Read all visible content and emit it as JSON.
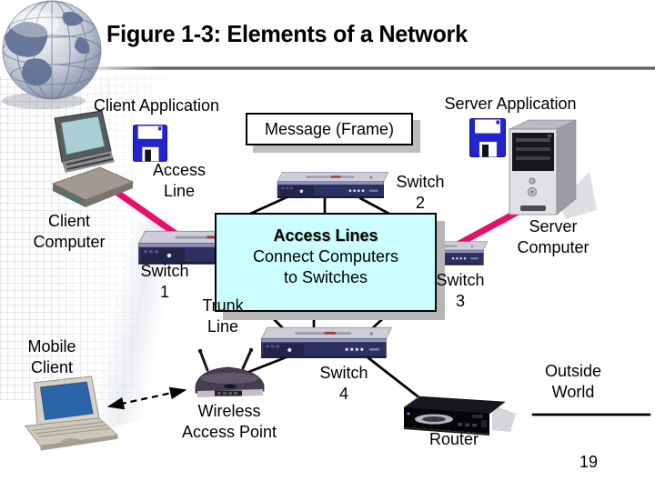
{
  "slide": {
    "title": "Figure 1-3: Elements of a Network",
    "page_number": "19"
  },
  "message_box": {
    "label": "Message (Frame)"
  },
  "callout_box": {
    "title": "Access Lines",
    "body": "Connect Computers\nto Switches"
  },
  "labels": {
    "client_application": "Client Application",
    "server_application": "Server Application",
    "access_line": "Access\nLine",
    "client_computer": "Client\nComputer",
    "switch_1": "Switch\n1",
    "switch_2": "Switch\n2",
    "switch_3": "Switch\n3",
    "switch_4": "Switch\n4",
    "trunk_line": "Trunk\nLine",
    "mobile_client": "Mobile\nClient",
    "wireless_access_point": "Wireless\nAccess Point",
    "server_computer": "Server\nComputer",
    "outside_world": "Outside\nWorld",
    "router": "Router"
  },
  "icons": {
    "globe": "globe-logo",
    "client_laptop": "laptop-computer-icon",
    "mobile_laptop": "laptop-computer-icon",
    "floppy_client": "floppy-disk-icon",
    "floppy_server": "floppy-disk-icon",
    "switch": "network-switch-icon",
    "server_tower": "server-tower-icon",
    "wireless_ap": "wireless-access-point-icon",
    "router": "router-icon"
  },
  "colors": {
    "access_line_pink": "#e80f6b",
    "connection_black": "#000000",
    "callout_fill": "#ccffff",
    "message_fill": "#ffffff",
    "shadow_gray": "#b9b9b9",
    "title_text": "#000000"
  }
}
